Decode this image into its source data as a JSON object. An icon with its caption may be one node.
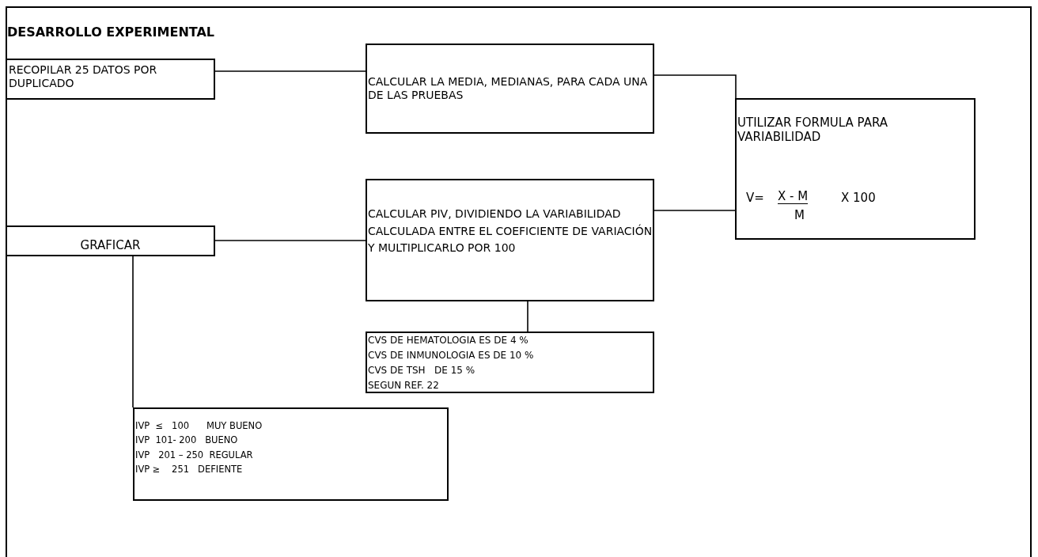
{
  "diagram": {
    "title": "DESARROLLO EXPERIMENTAL",
    "nodes": [
      {
        "text": [
          "RECOPILAR 25 DATOS POR DUPLICADO"
        ]
      },
      {
        "text": [
          "CALCULAR LA MEDIA, MEDIANAS, PARA CADA UNA DE LAS PRUEBAS"
        ]
      },
      {
        "text": [
          "UTILIZAR FORMULA PARA VARIABILIDAD",
          "V=",
          "X - M",
          "M",
          "X 100"
        ]
      },
      {
        "text": [
          "GRAFICAR"
        ]
      },
      {
        "text": [
          "CALCULAR PIV, DIVIDIENDO LA VARIABILIDAD CALCULADA ENTRE EL COEFICIENTE DE VARIACIÓN Y MULTIPLICARLO POR 100"
        ]
      },
      {
        "text": [
          "CVS DE HEMATOLOGIA ES DE 4 %",
          "CVS DE INMUNOLOGIA ES DE 10 %",
          "CVS DE TSH   DE 15 %",
          "SEGUN REF. 22"
        ]
      },
      {
        "text": [
          "IVP  ≤   100      MUY BUENO",
          "IVP  101- 200   BUENO",
          "IVP   201 – 250  REGULAR",
          "IVP ≥    251   DEFIENTE"
        ]
      }
    ],
    "edges": [
      {
        "from": 0,
        "to": 1,
        "arrow": "none"
      },
      {
        "from": 1,
        "to": 2,
        "arrow": "none"
      },
      {
        "from": 4,
        "to": 2,
        "arrow": "none"
      },
      {
        "from": 3,
        "to": 4,
        "arrow": "none"
      },
      {
        "from": 4,
        "to": 5,
        "arrow": "none"
      },
      {
        "from": 3,
        "to": 6,
        "arrow": "none"
      }
    ]
  }
}
